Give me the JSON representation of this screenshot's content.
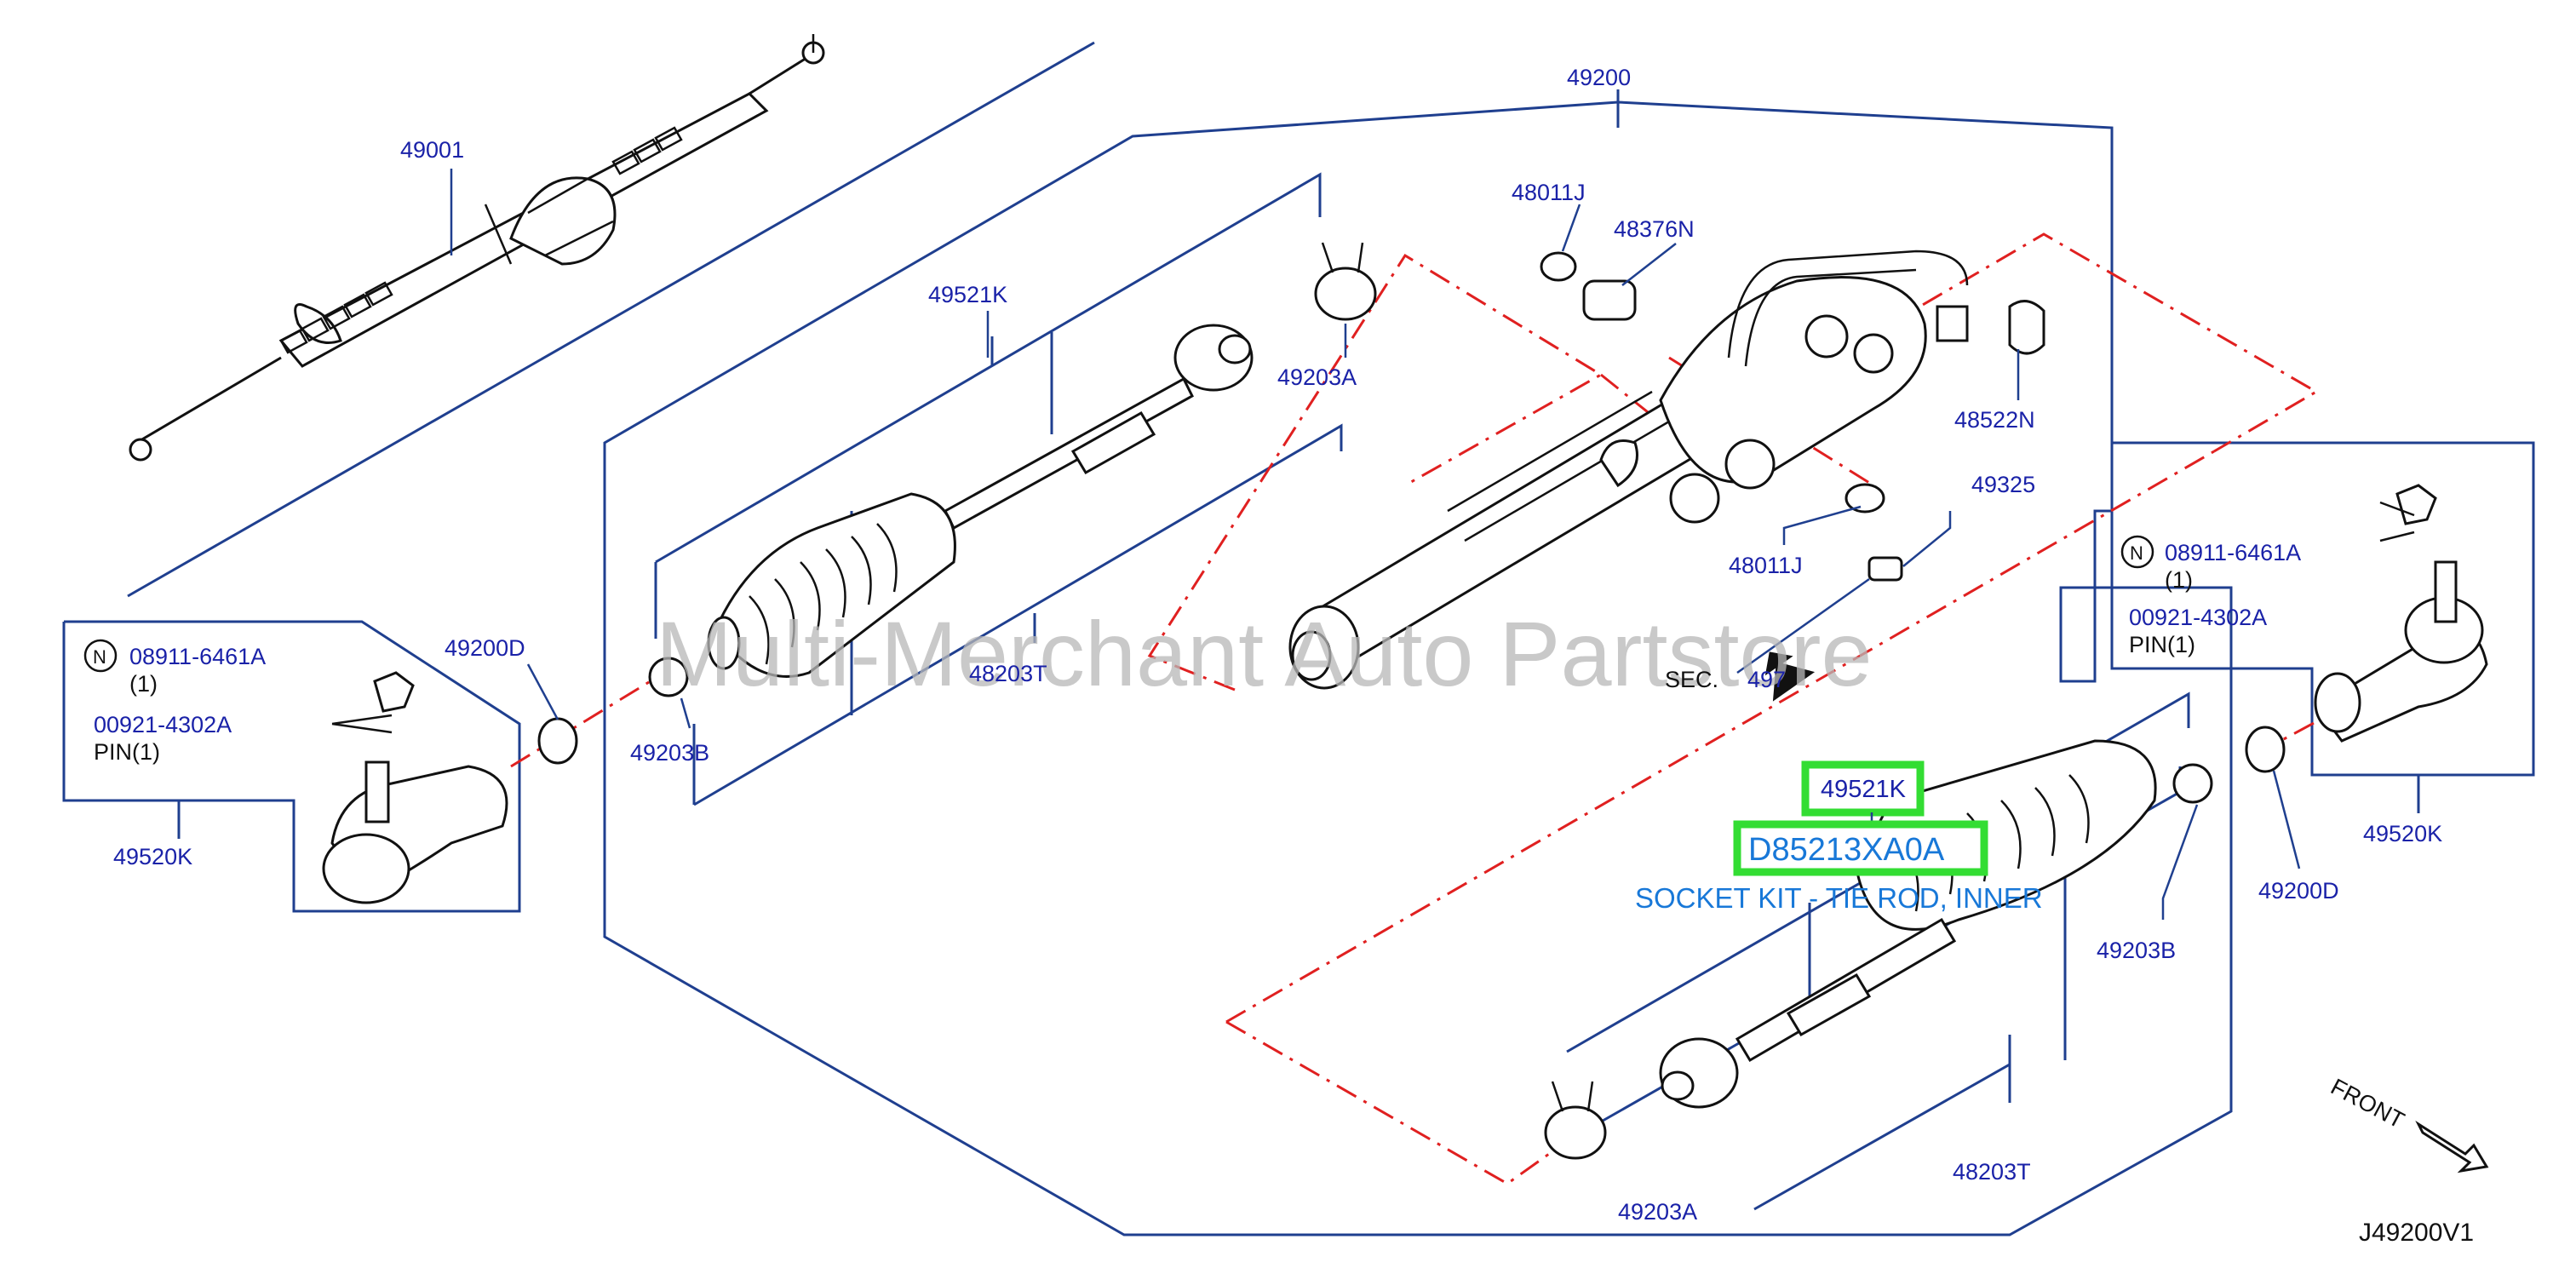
{
  "diagram": {
    "labels": {
      "l49001": "49001",
      "l49200": "49200",
      "l49521k_top": "49521K",
      "l48011j_top": "48011J",
      "l48376n": "48376N",
      "l49203a_top": "49203A",
      "l48522n": "48522N",
      "l49325": "49325",
      "l48011j_mid": "48011J",
      "l48203t_left": "48203T",
      "l49203b_left": "49203B",
      "l49200d_left": "49200D",
      "l49520k_left": "49520K",
      "l49520k_right": "49520K",
      "l49200d_right": "49200D",
      "l49203b_right": "49203B",
      "l48203t_right": "48203T",
      "l49203a_bottom": "49203A",
      "sec": "SEC.",
      "sec_num": "497",
      "front": "FRONT",
      "diagram_code": "J49200V1"
    },
    "left_box": {
      "n_symbol": "N",
      "nut_part": "08911-6461A",
      "nut_qty": "(1)",
      "pin_part": "00921-4302A",
      "pin_qty": "PIN(1)"
    },
    "right_box": {
      "n_symbol": "N",
      "nut_part": "08911-6461A",
      "nut_qty": "(1)",
      "pin_part": "00921-4302A",
      "pin_qty": "PIN(1)"
    },
    "highlight": {
      "ref": "49521K",
      "part_number": "D85213XA0A",
      "description": "SOCKET KIT - TIE ROD, INNER"
    },
    "watermark": "Multi-Merchant Auto Partstore",
    "colors": {
      "label_blue": "#1a22a8",
      "bracket_blue": "#1f3f8f",
      "dash_red": "#e02020",
      "highlight_green": "#33dd33",
      "part_link_blue": "#1878d8"
    }
  }
}
